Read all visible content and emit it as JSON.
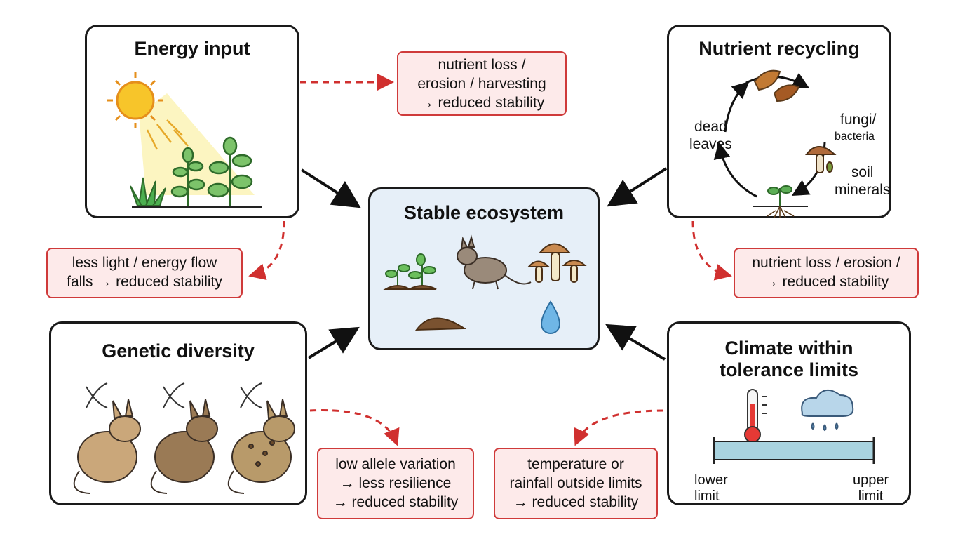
{
  "center": {
    "title": "Stable ecosystem"
  },
  "energy": {
    "title": "Energy input",
    "note_right": [
      "nutrient loss /",
      "erosion / harvesting",
      "→ reduced stability"
    ],
    "note_below": [
      "less light / energy flow",
      "falls → reduced stability"
    ]
  },
  "nutrient": {
    "title": "Nutrient recycling",
    "labels": {
      "dead_leaves": [
        "dead",
        "leaves"
      ],
      "fungi": "fungi/",
      "bacteria": "bacteria",
      "soil": [
        "soil",
        "minerals"
      ]
    },
    "note": [
      "nutrient loss / erosion /",
      "→ reduced stability"
    ]
  },
  "genetic": {
    "title": "Genetic diversity",
    "note": [
      "low allele variation",
      "→ less resilience",
      "→ reduced stability"
    ]
  },
  "climate": {
    "title_lines": [
      "Climate within",
      "tolerance limits"
    ],
    "lower": [
      "lower",
      "limit"
    ],
    "upper": [
      "upper",
      "limit"
    ],
    "note": [
      "temperature or",
      "rainfall outside limits",
      "→ reduced stability"
    ]
  },
  "colors": {
    "arrow": "#111111",
    "dashed": "#d0302f",
    "note_bg": "#fdeaea",
    "center_bg": "#e6eff8",
    "bar": "#a9d3df"
  }
}
